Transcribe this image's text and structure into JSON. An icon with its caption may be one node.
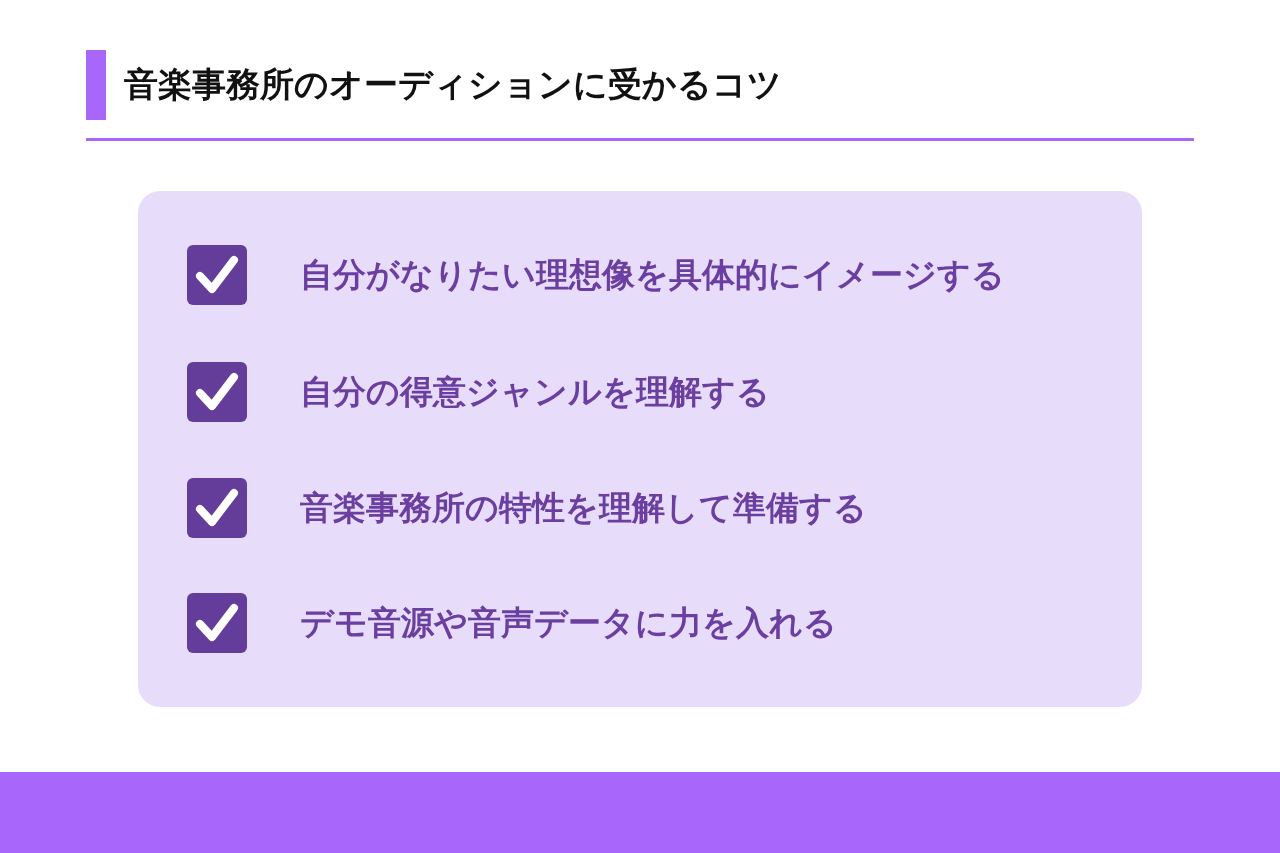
{
  "diagram": {
    "title": "音楽事務所のオーディションに受かるコツ",
    "labels": [
      "自分がなりたい理想像を具体的にイメージする",
      "自分の得意ジャンルを理解する",
      "音楽事務所の特性を理解して準備する",
      "デモ音源や音声データに力を入れる"
    ]
  }
}
